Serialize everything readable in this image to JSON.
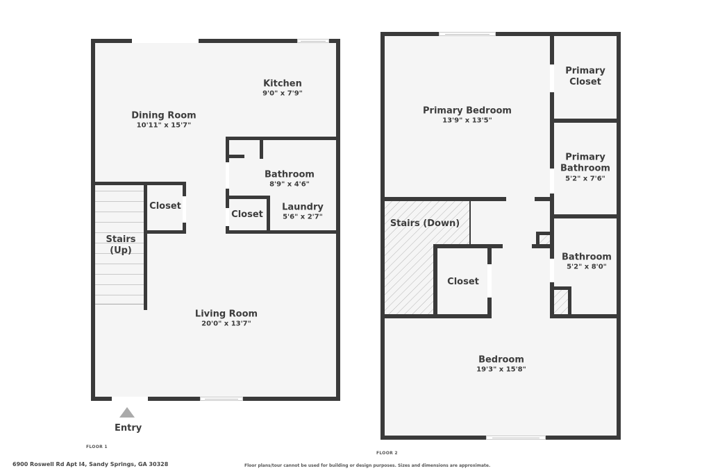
{
  "floor1": {
    "label": "FLOOR 1",
    "rooms": {
      "kitchen": {
        "name": "Kitchen",
        "dims": "9'0\" x 7'9\""
      },
      "dining": {
        "name": "Dining Room",
        "dims": "10'11\" x 15'7\""
      },
      "bathroom": {
        "name": "Bathroom",
        "dims": "8'9\" x 4'6\""
      },
      "closet_a": {
        "name": "Closet"
      },
      "closet_b": {
        "name": "Closet"
      },
      "laundry": {
        "name": "Laundry",
        "dims": "5'6\" x 2'7\""
      },
      "stairs": {
        "name": "Stairs",
        "name2": "(Up)"
      },
      "living": {
        "name": "Living Room",
        "dims": "20'0\" x 13'7\""
      }
    },
    "entry": {
      "label": "Entry",
      "icon": "triangle-up-arrow"
    }
  },
  "floor2": {
    "label": "FLOOR 2",
    "rooms": {
      "primary_bedroom": {
        "name": "Primary Bedroom",
        "dims": "13'9\" x 13'5\""
      },
      "primary_closet": {
        "name": "Primary",
        "name2": "Closet"
      },
      "primary_bathroom": {
        "name": "Primary",
        "name2": "Bathroom",
        "dims": "5'2\" x 7'6\""
      },
      "stairs": {
        "name": "Stairs (Down)"
      },
      "closet": {
        "name": "Closet"
      },
      "bathroom": {
        "name": "Bathroom",
        "dims": "5'2\" x 8'0\""
      },
      "bedroom": {
        "name": "Bedroom",
        "dims": "19'3\" x 15'8\""
      }
    }
  },
  "footer": {
    "address": "6900 Roswell Rd Apt I4, Sandy Springs, GA 30328",
    "disclaimer": "Floor plans/tour cannot be used for building or design purposes. Sizes and dimensions are approximate."
  },
  "colors": {
    "wall": "#3a3a3a",
    "floor": "#f5f5f5",
    "hatch": "#b5b5b5",
    "entry_arrow": "#aaaaaa"
  }
}
